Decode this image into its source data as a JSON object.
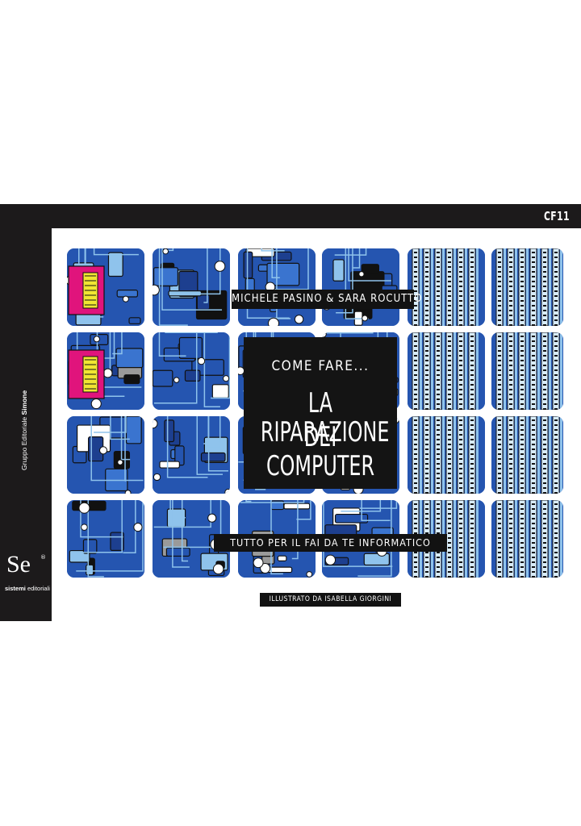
{
  "cover": {
    "series_code": "CF11",
    "authors": "MICHELE PASINO & SARA ROCUTTO",
    "kicker": "COME FARE...",
    "title_line1": "LA RIPARAZIONE",
    "title_line2": "DEI COMPUTER",
    "tagline": "TUTTO PER IL FAI DA TE INFORMATICO",
    "illustrator": "ILLUSTRATO DA ISABELLA GIORGINI"
  },
  "spine": {
    "publisher_prefix": "Gruppo Editoriale",
    "publisher_name": "Simone",
    "logo_mark": "Se",
    "logo_registered": "®",
    "logo_brand": "sistemi",
    "logo_suffix": "editoriali"
  },
  "colors": {
    "band": "#1c1a1b",
    "board_blue": "#2555b0",
    "board_light": "#8fc3ec",
    "accent_magenta": "#e0147c",
    "accent_yellow": "#f0e632"
  },
  "illustration": {
    "subject": "circuit-board-tiles",
    "icon": "motherboard-icon"
  }
}
